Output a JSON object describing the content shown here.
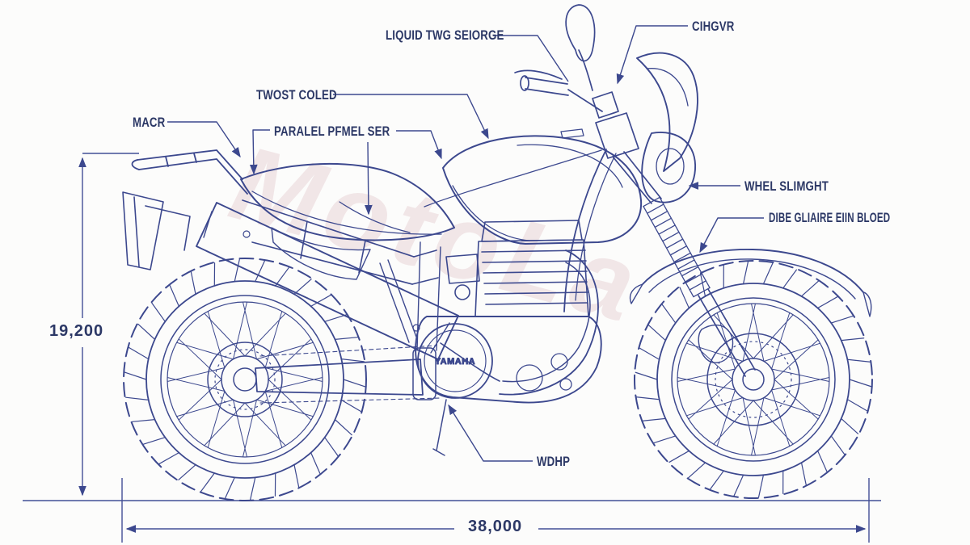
{
  "page": {
    "background": "#fcfcfb"
  },
  "colors": {
    "line": "#3c488e",
    "label_text": "#2c3866",
    "dimension_line": "#424e96",
    "watermark": "#cf9aa2"
  },
  "watermark": {
    "text": "MotoLa"
  },
  "labels": {
    "coolant": "LIQUID TWG SEIORGE",
    "mirror": "CIHGVR",
    "tank": "TWOST COLED",
    "rack": "MACR",
    "seat": "PARALEL PFMEL SER",
    "fork": "WHEL SLIMGHT",
    "boot": "DIBE GLIAIRE EIIN BLOED",
    "engine": "WDHP"
  },
  "dimensions": {
    "overall_height": "19,200",
    "overall_length": "38,000"
  },
  "engine_badge": "YAMAHA"
}
